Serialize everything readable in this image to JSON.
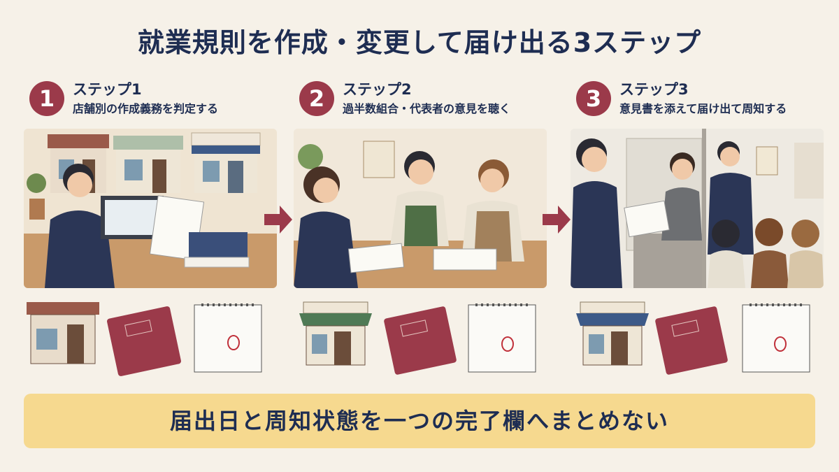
{
  "title": "就業規則を作成・変更して届け出る3ステップ",
  "steps": [
    {
      "number": "1",
      "label": "ステップ1",
      "description": "店舗別の作成義務を判定する"
    },
    {
      "number": "2",
      "label": "ステップ2",
      "description": "過半数組合・代表者の意見を聴く"
    },
    {
      "number": "3",
      "label": "ステップ3",
      "description": "意見書を添えて届け出て周知する"
    }
  ],
  "banner": "届出日と周知状態を一つの完了欄へまとめない",
  "colors": {
    "accent": "#9b3a4a",
    "navy": "#1e2d52",
    "banner": "#f6d98f",
    "background": "#f6f1e8"
  },
  "icons": [
    "storefront-icon",
    "binder-icon",
    "calendar-icon",
    "arrow-right-icon"
  ]
}
